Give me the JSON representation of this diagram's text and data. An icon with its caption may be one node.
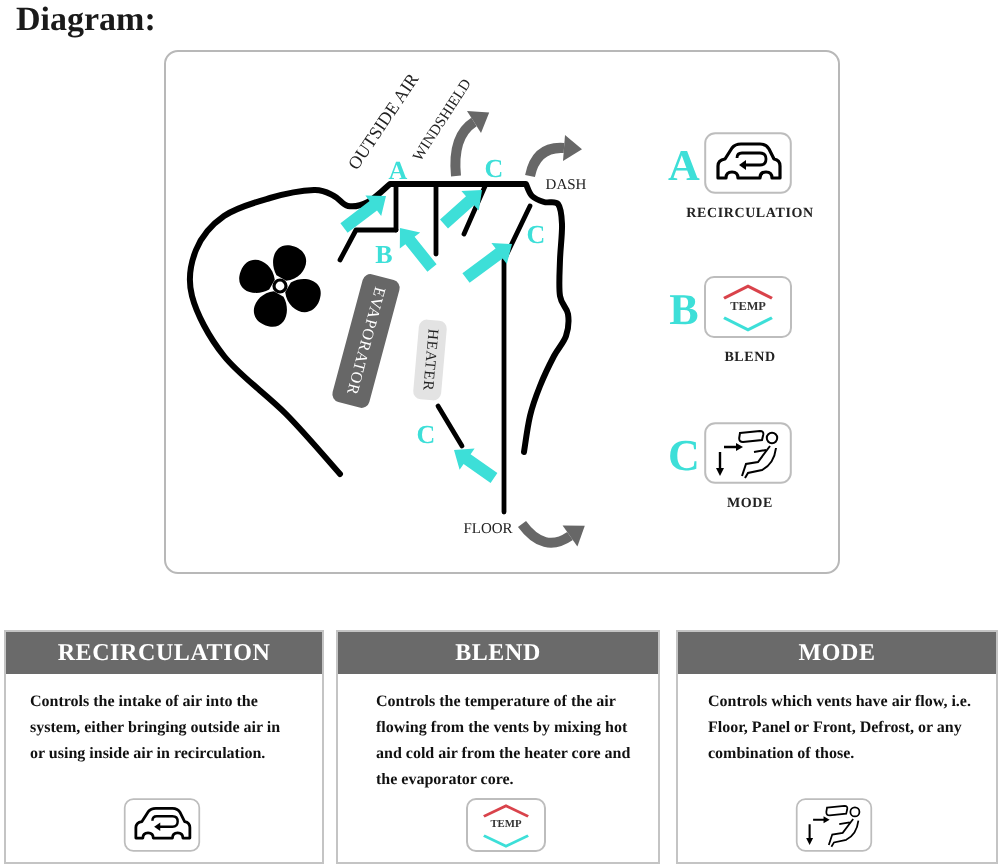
{
  "diagram": {
    "title": "Diagram:",
    "nodes": [
      {
        "text": [
          "EVAPORATOR"
        ]
      },
      {
        "text": [
          "HEATER"
        ]
      },
      {
        "text": [
          "RECIRCULATION"
        ],
        "beside": [
          "A"
        ]
      },
      {
        "text": [
          "BLEND"
        ],
        "beside": [
          "B"
        ]
      },
      {
        "text": [
          "MODE"
        ],
        "beside": [
          "C"
        ]
      },
      {
        "text": [
          "RECIRCULATION",
          "Controls the intake of air into the system, either bringing outside air in or using inside air in recirculation."
        ]
      },
      {
        "text": [
          "BLEND",
          "Controls the temperature of the air flowing from the vents by mixing hot and cold air from the heater core and the evaporator core."
        ]
      },
      {
        "text": [
          "MODE",
          "Controls which vents have air flow, i.e. Floor, Panel or Front, Defrost, or any combination of those."
        ]
      }
    ],
    "labels": [
      "OUTSIDE AIR",
      "WINDSHIELD",
      "A",
      "C",
      "DASH",
      "B",
      "C",
      "C",
      "FLOOR",
      "TEMP",
      "TEMP"
    ]
  }
}
